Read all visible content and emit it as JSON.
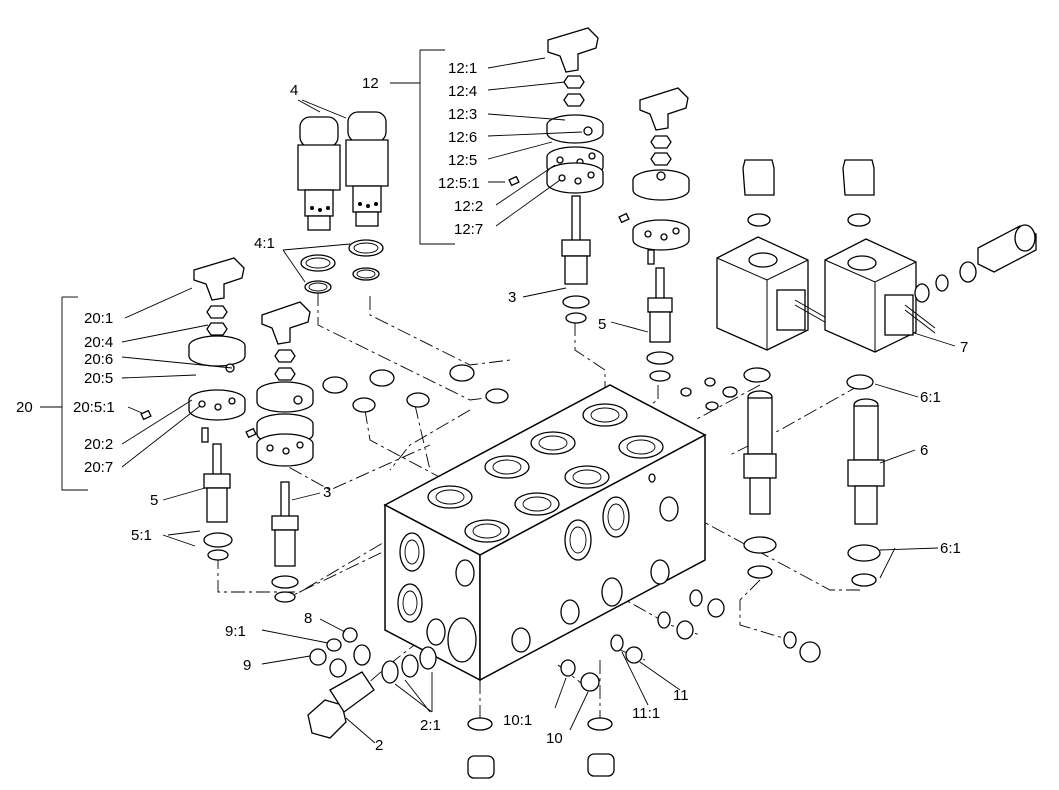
{
  "labels": {
    "l12": "12",
    "l12_1": "12:1",
    "l12_4": "12:4",
    "l12_3": "12:3",
    "l12_6": "12:6",
    "l12_5": "12:5",
    "l12_5_1": "12:5:1",
    "l12_2": "12:2",
    "l12_7": "12:7",
    "l4": "4",
    "l4_1": "4:1",
    "l3_top": "3",
    "l5_top": "5",
    "l20": "20",
    "l20_1": "20:1",
    "l20_4": "20:4",
    "l20_6": "20:6",
    "l20_5": "20:5",
    "l20_5_1": "20:5:1",
    "l20_2": "20:2",
    "l20_7": "20:7",
    "l5_left": "5",
    "l5_1": "5:1",
    "l3_left": "3",
    "l7": "7",
    "l6_1_top": "6:1",
    "l6": "6",
    "l6_1_bot": "6:1",
    "l8": "8",
    "l9_1": "9:1",
    "l9": "9",
    "l2": "2",
    "l2_1": "2:1",
    "l10_1": "10:1",
    "l10": "10",
    "l11_1": "11:1",
    "l11": "11"
  }
}
